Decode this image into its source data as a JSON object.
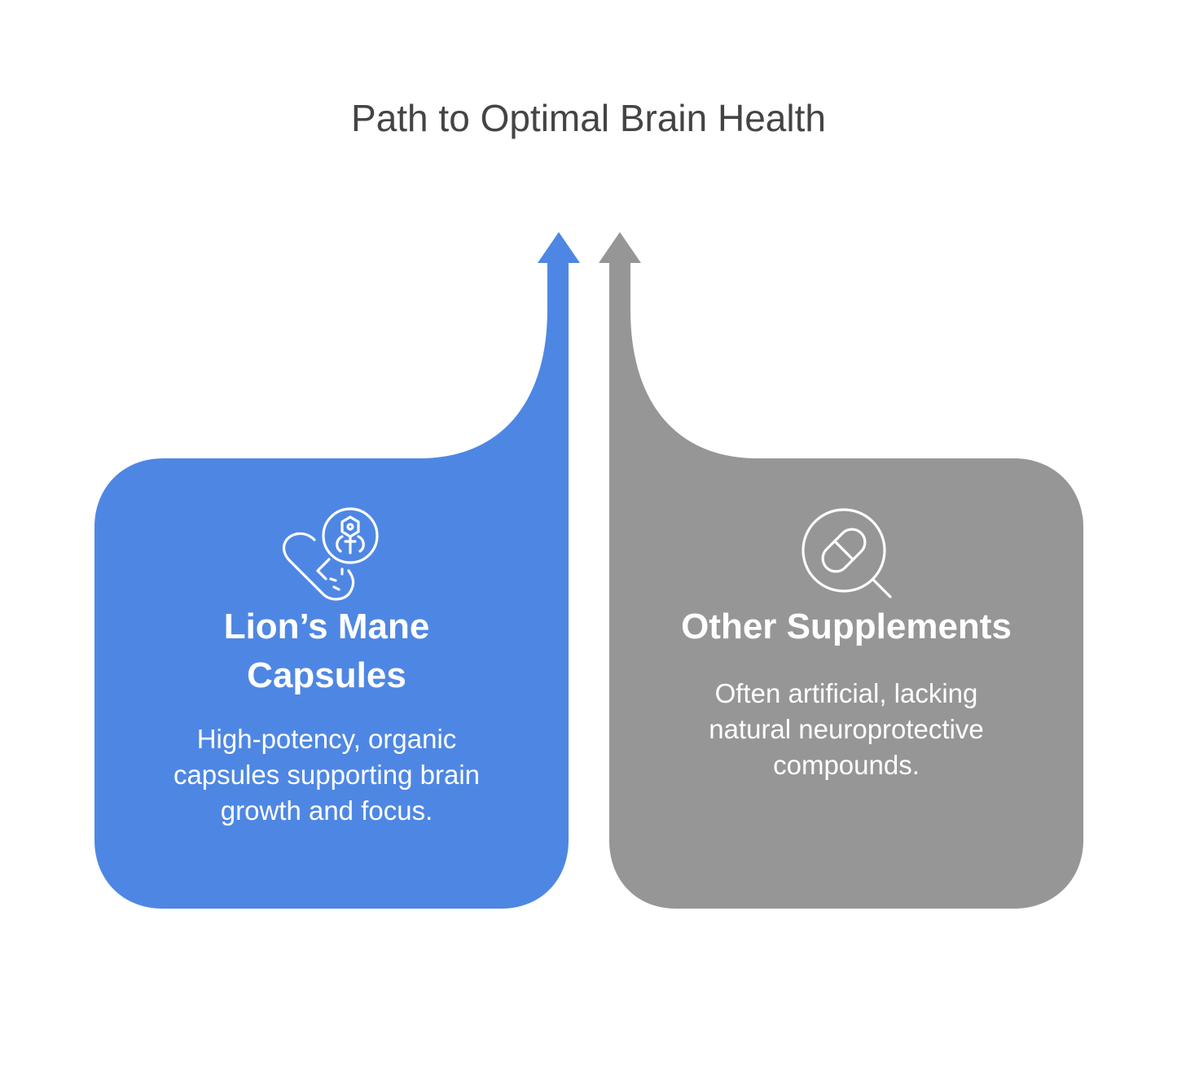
{
  "title": "Path to Optimal Brain Health",
  "colors": {
    "left": "#4E87E3",
    "right": "#969696",
    "title": "#444444"
  },
  "options": [
    {
      "icon": "capsule-neuron-icon",
      "heading_lines": [
        "Lion’s Mane",
        "Capsules"
      ],
      "description_lines": [
        "High-potency, organic",
        "capsules supporting brain",
        "growth and focus."
      ]
    },
    {
      "icon": "pill-magnifier-icon",
      "heading_lines": [
        "Other Supplements"
      ],
      "description_lines": [
        "Often artificial, lacking",
        "natural neuroprotective",
        "compounds."
      ]
    }
  ]
}
